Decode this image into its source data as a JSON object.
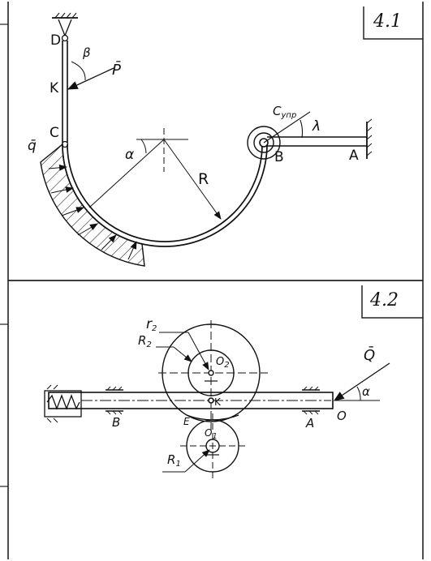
{
  "problem_1": {
    "number": "4.1",
    "labels": {
      "D": "D",
      "K": "K",
      "C": "C",
      "B": "B",
      "A": "A",
      "P": "P̄",
      "q": "q̄",
      "beta": "β",
      "alpha": "α",
      "lambda": "λ",
      "R": "R",
      "c_spring": "C",
      "c_spring_sub": "упр"
    }
  },
  "problem_2": {
    "number": "4.2",
    "labels": {
      "r2": "r",
      "r2_sub": "2",
      "R2": "R",
      "R2_sub": "2",
      "O2": "O",
      "O2_sub": "2",
      "Q": "Q̄",
      "K": "K",
      "B": "B",
      "A": "A",
      "O": "O",
      "alpha": "α",
      "E": "E",
      "O1": "O",
      "O1_sub": "1",
      "R1": "R",
      "R1_sub": "1"
    }
  }
}
